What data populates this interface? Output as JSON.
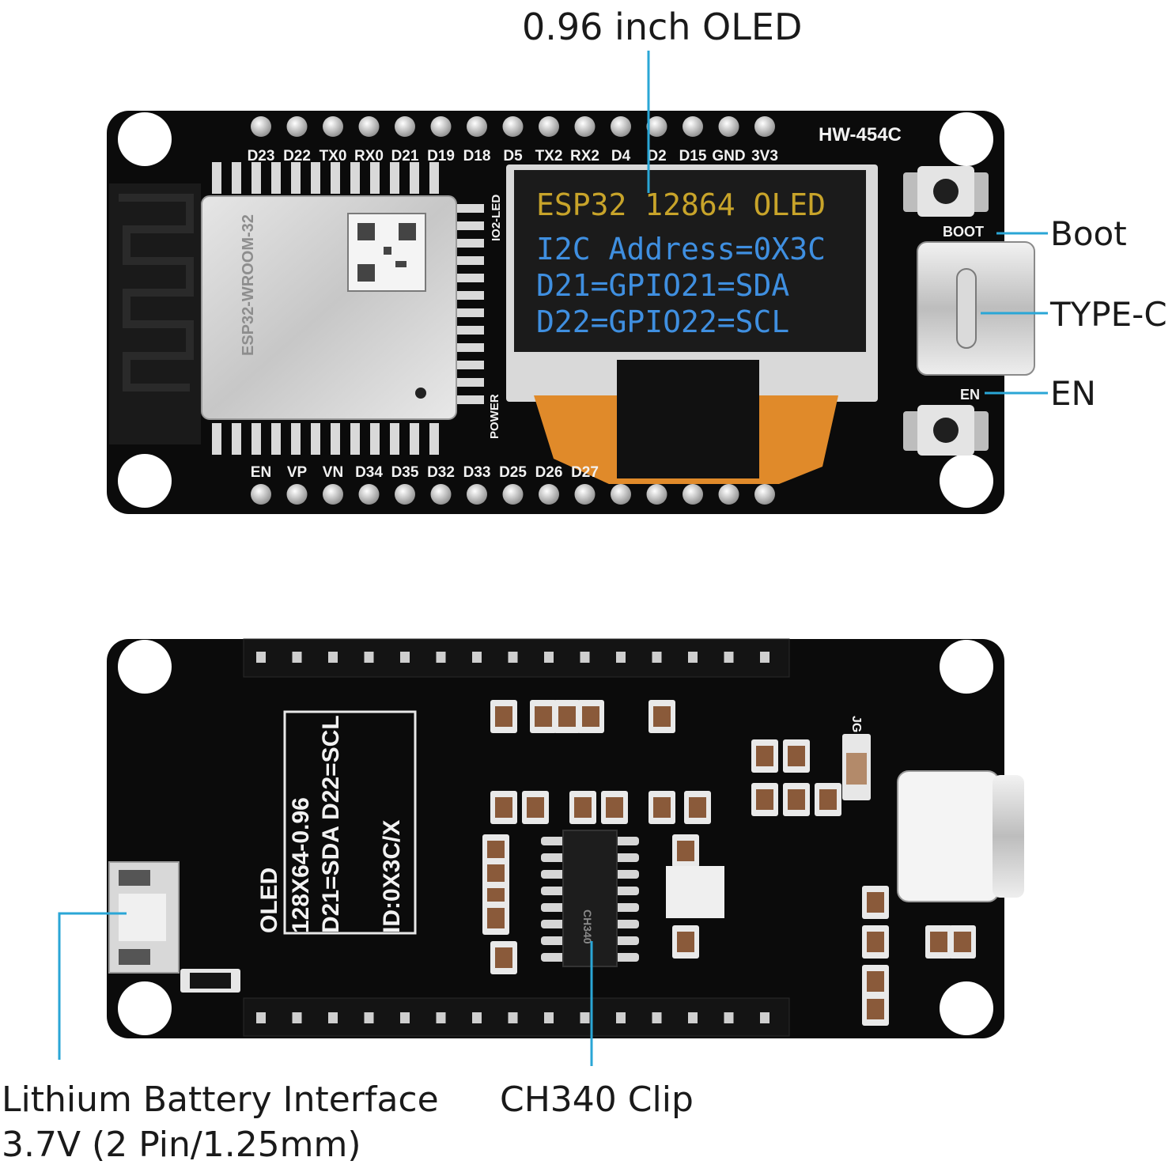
{
  "callouts": {
    "oled": "0.96 inch OLED",
    "boot": "Boot",
    "type_c": "TYPE-C",
    "en": "EN",
    "battery_line1": "Lithium Battery Interface",
    "battery_line2": "3.7V (2 Pin/1.25mm)",
    "ch340": "CH340 Clip"
  },
  "front_board": {
    "model": "HW-454C",
    "top_pins": [
      "D23",
      "D22",
      "TX0",
      "RX0",
      "D21",
      "D19",
      "D18",
      "D5",
      "TX2",
      "RX2",
      "D4",
      "D2",
      "D15",
      "GND",
      "3V3"
    ],
    "bottom_pins": [
      "EN",
      "VP",
      "VN",
      "D34",
      "D35",
      "D32",
      "D33",
      "D25",
      "D26",
      "D27"
    ],
    "boot_silk": "BOOT",
    "en_silk": "EN",
    "io2_led": "IO2-LED",
    "power_label": "POWER",
    "module_text": "ESP32-WROOM-32",
    "oled_lines": [
      "ESP32  12864  OLED",
      "I2C Address=0X3C",
      "D21=GPIO21=SDA",
      "D22=GPIO22=SCL"
    ]
  },
  "back_board": {
    "silk_lines": [
      "OLED",
      "128X64-0.96",
      "D21=SDA  D22=SCL",
      "ID:0X3C/X"
    ],
    "chip_label": "CH340",
    "jg_label": "JG"
  },
  "colors": {
    "pcb": "#0b0b0b",
    "accent": "#2aa6d6",
    "oled_yellow": "#c8a42a",
    "oled_blue": "#3f8fe0",
    "flex": "#e08a2a"
  }
}
